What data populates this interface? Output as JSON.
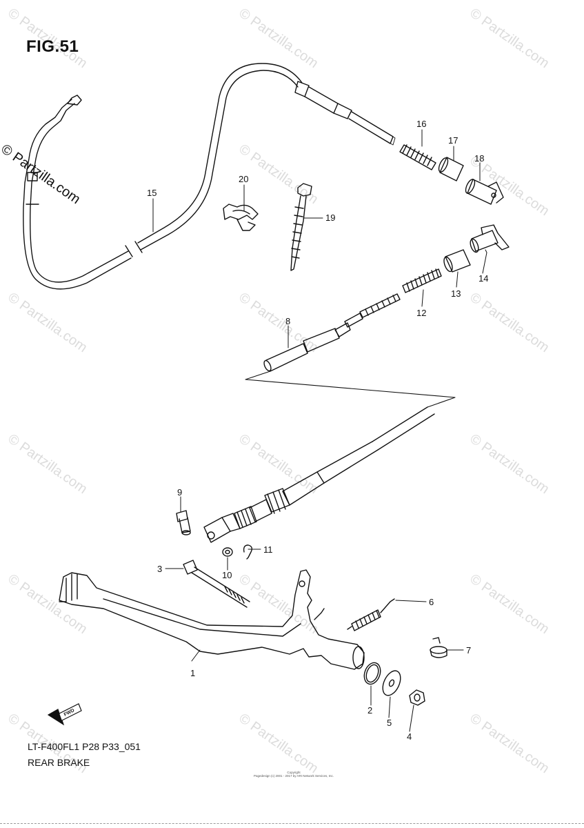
{
  "figure": {
    "title": "FIG.51",
    "code": "LT-F400FL1  P28  P33_051",
    "caption": "REAR BRAKE",
    "copyright_line1": "Copyright",
    "copyright_line2": "Pagedesign (c) 2001 - 2017 by ARI Network Services, Inc."
  },
  "watermark": {
    "brand": "© Partzilla.com",
    "repeat": "© Partzilla.com"
  },
  "fwd_label": "FWD",
  "parts": [
    {
      "number": "1"
    },
    {
      "number": "2"
    },
    {
      "number": "3"
    },
    {
      "number": "4"
    },
    {
      "number": "5"
    },
    {
      "number": "6"
    },
    {
      "number": "7"
    },
    {
      "number": "8"
    },
    {
      "number": "9"
    },
    {
      "number": "10"
    },
    {
      "number": "11"
    },
    {
      "number": "12"
    },
    {
      "number": "13"
    },
    {
      "number": "14"
    },
    {
      "number": "15"
    },
    {
      "number": "16"
    },
    {
      "number": "17"
    },
    {
      "number": "18"
    },
    {
      "number": "19"
    },
    {
      "number": "20"
    }
  ]
}
